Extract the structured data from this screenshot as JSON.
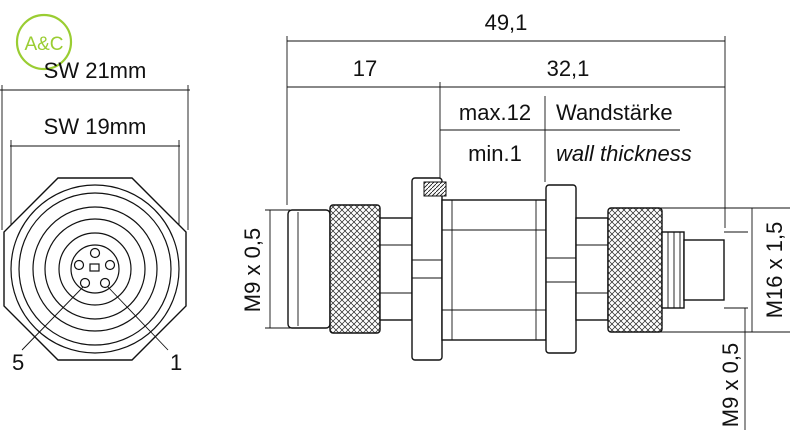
{
  "logo": {
    "text": "A&C",
    "color": "#9acd32"
  },
  "front_view": {
    "sw_outer": "SW 21mm",
    "sw_inner": "SW 19mm",
    "pin_left": "5",
    "pin_right": "1"
  },
  "side_view": {
    "total_length": "49,1",
    "left_length": "17",
    "right_length": "32,1",
    "wall_max": "max.12",
    "wall_min": "min.1",
    "wall_de": "Wandstärke",
    "wall_en": "wall thickness",
    "thread_left": "M9 x 0,5",
    "thread_right_small": "M9 x 0,5",
    "thread_right_big": "M16 x 1,5"
  }
}
